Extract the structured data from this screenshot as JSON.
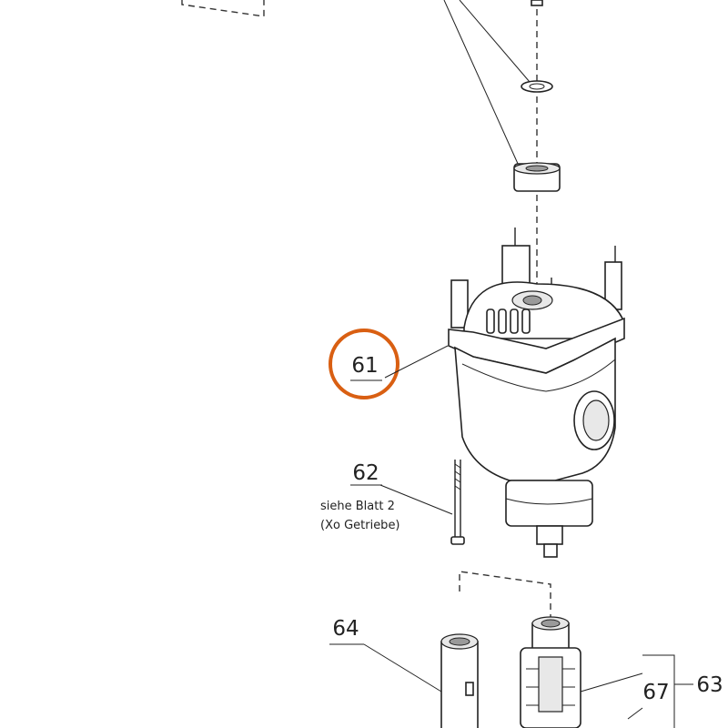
{
  "callouts": {
    "c61": "61",
    "c62": "62",
    "c64": "64",
    "c67": "67",
    "c63": "63"
  },
  "notes": {
    "line1": "siehe Blatt 2",
    "line2": "(Xo Getriebe)"
  },
  "colors": {
    "highlight": "#d95f12",
    "ink": "#222222"
  }
}
